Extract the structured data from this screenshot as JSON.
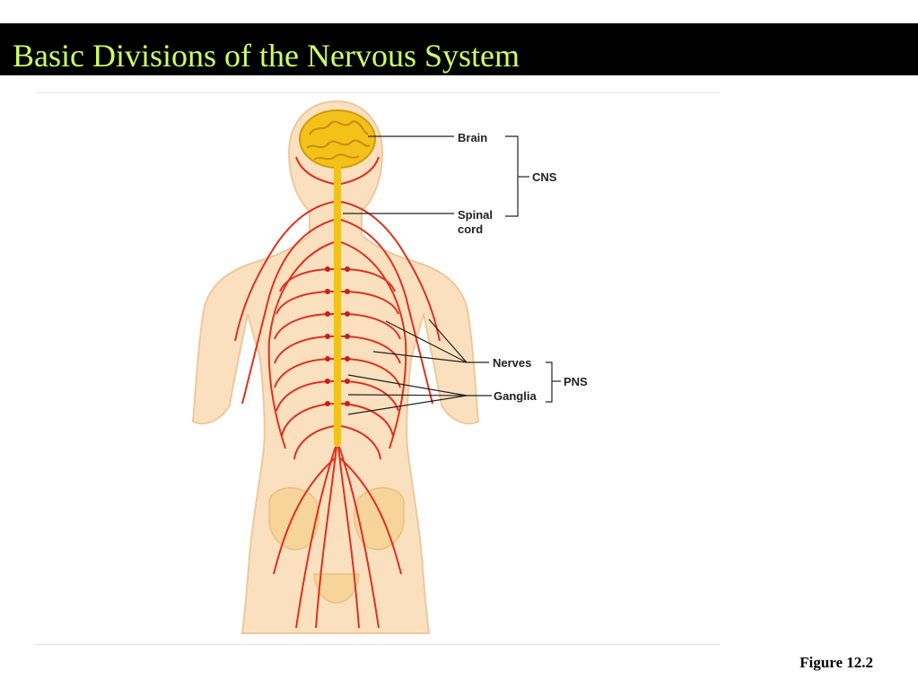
{
  "slide": {
    "title": "Basic Divisions of the Nervous System",
    "figure_caption": "Figure 12.2"
  },
  "diagram": {
    "labels": {
      "brain": "Brain",
      "spinal_cord_1": "Spinal",
      "spinal_cord_2": "cord",
      "cns": "CNS",
      "nerves": "Nerves",
      "ganglia": "Ganglia",
      "pns": "PNS"
    }
  },
  "colors": {
    "title_bar": "#000000",
    "title_text": "#ccff66",
    "nerve": "#e0301e",
    "brain": "#f2c21a",
    "skin": "#fbe0bf",
    "skin_outline": "#f0c79b",
    "leader_line": "#222222"
  }
}
